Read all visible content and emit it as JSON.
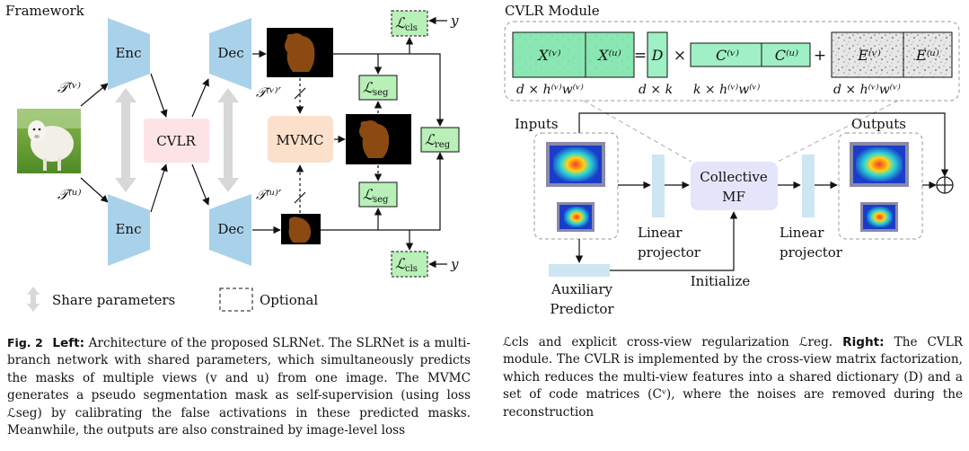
{
  "framework": {
    "title": "Framework",
    "enc_top": "Enc",
    "enc_bottom": "Enc",
    "dec_top": "Dec",
    "dec_bottom": "Dec",
    "cvlr": "CVLR",
    "mvmc": "MVMC",
    "t_v": "𝒯⁽ᵛ⁾",
    "t_u": "𝒯⁽ᵘ⁾",
    "t_v_prime": "𝒯⁽ᵛ⁾′",
    "t_u_prime": "𝒯⁽ᵘ⁾′",
    "l_cls_top": "ℒ",
    "l_cls_top_sub": "cls",
    "l_cls_bottom": "ℒ",
    "l_cls_bottom_sub": "cls",
    "l_seg_top": "ℒ",
    "l_seg_top_sub": "seg",
    "l_seg_bottom": "ℒ",
    "l_seg_bottom_sub": "seg",
    "l_reg": "ℒ",
    "l_reg_sub": "reg",
    "y_top": "y",
    "y_bottom": "y",
    "legend_share": "Share parameters",
    "legend_optional": "Optional"
  },
  "cvlr_module": {
    "title": "CVLR Module",
    "x_v": "X⁽ᵛ⁾",
    "x_u": "X⁽ᵘ⁾",
    "eq": "=",
    "d": "D",
    "times": "×",
    "c_v": "C⁽ᵛ⁾",
    "c_u": "C⁽ᵘ⁾",
    "plus": "+",
    "e_v": "E⁽ᵛ⁾",
    "e_u": "E⁽ᵘ⁾",
    "dim_x": "d × h⁽ᵛ⁾w⁽ᵛ⁾",
    "dim_d": "d × k",
    "dim_c": "k × h⁽ᵛ⁾w⁽ᵛ⁾",
    "dim_e": "d × h⁽ᵛ⁾w⁽ᵛ⁾",
    "inputs": "Inputs",
    "outputs": "Outputs",
    "collective_line1": "Collective",
    "collective_line2": "MF",
    "linear_left_1": "Linear",
    "linear_left_2": "projector",
    "linear_right_1": "Linear",
    "linear_right_2": "projector",
    "aux_1": "Auxiliary",
    "aux_2": "Predictor",
    "initialize": "Initialize",
    "oplus": "⊕"
  },
  "caption_left": {
    "fig_label": "Fig. 2",
    "left_label": "Left:",
    "text": "Architecture of the proposed SLRNet. The SLRNet is a multi-branch network with shared parameters, which simultaneously predicts the masks of multiple views (v and u) from one image. The MVMC generates a pseudo segmentation mask as self-supervision (using loss ℒseg) by calibrating the false activations in these predicted masks. Meanwhile, the outputs are also constrained by image-level loss"
  },
  "caption_right": {
    "text_1": "ℒcls and explicit cross-view regularization ℒreg.",
    "right_label": "Right:",
    "text_2": "The CVLR module. The CVLR is implemented by the cross-view matrix factorization, which reduces the multi-view features into a shared dictionary (D) and a set of code matrices (Cᵛ), where the noises are removed during the reconstruction"
  },
  "colors": {
    "enc_dec": "#a9d2ea",
    "cvlr_box": "#fde3e5",
    "mvmc_box": "#fbe0cc",
    "loss_box": "#b8f0b8",
    "matrix_green": "#9ff0c4",
    "collective_mf": "#e4e4fb",
    "projector": "#cde6f2",
    "share_arrow": "#d8d8d8"
  }
}
